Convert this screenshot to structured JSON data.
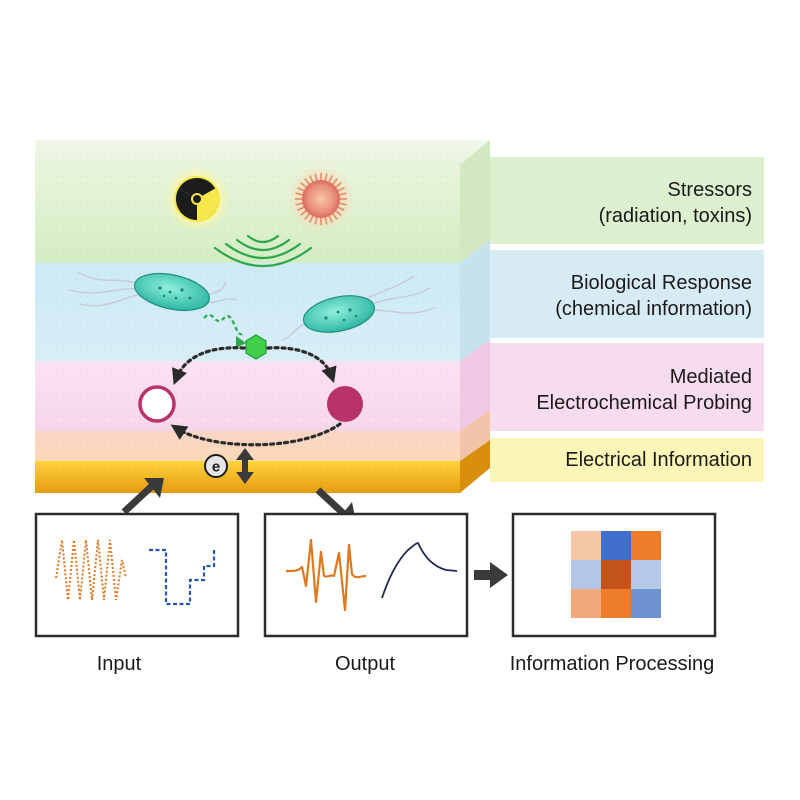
{
  "layers": {
    "stressors": {
      "line1": "Stressors",
      "line2": "(radiation, toxins)"
    },
    "biological": {
      "line1": "Biological Response",
      "line2": "(chemical information)"
    },
    "mediated": {
      "line1": "Mediated",
      "line2": "Electrochemical Probing"
    },
    "electrical": {
      "line1": "Electrical Information"
    }
  },
  "electron_symbol": "e",
  "panels": {
    "input": {
      "caption": "Input"
    },
    "output": {
      "caption": "Output"
    },
    "processing": {
      "caption": "Information Processing"
    }
  },
  "colors": {
    "stressor_band": "#dcefcf",
    "bio_band": "#d6ebf4",
    "probe_band": "#f7dcf0",
    "electrical_band": "#fbf5b8",
    "gold": "#f5b21a",
    "magenta": "#b8336a",
    "green": "#2ca84a",
    "orange": "#e0781e",
    "blue": "#2356b5"
  },
  "heatmap": [
    [
      "#f6c7a6",
      "#3f6ecf",
      "#ec7e2b"
    ],
    [
      "#b2c6e8",
      "#c4541a",
      "#b4c8e8"
    ],
    [
      "#f1a97e",
      "#ec7e2b",
      "#6e92d0"
    ]
  ]
}
